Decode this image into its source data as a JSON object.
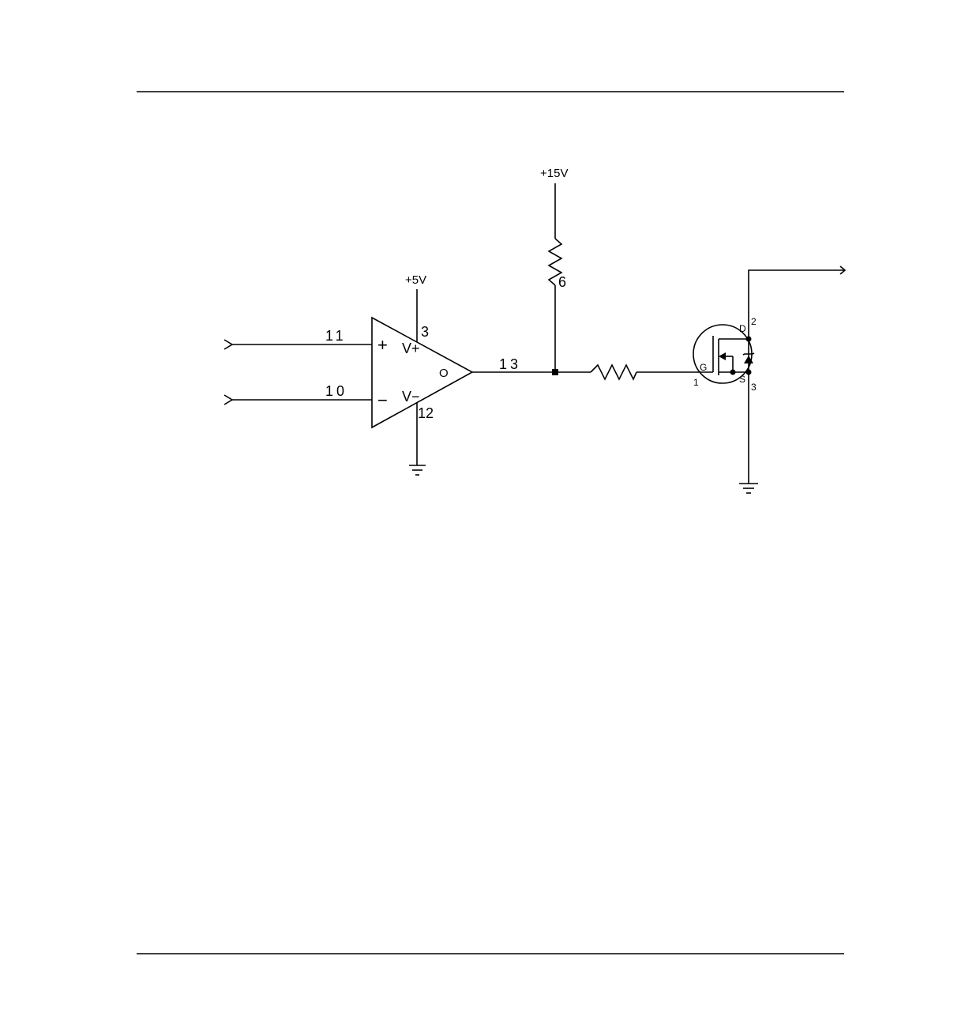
{
  "labels": {
    "pwr_15v": "+15V",
    "pwr_5v": "+5V",
    "resistor_top": "6",
    "net_in_plus": "11",
    "net_in_minus": "10",
    "net_out": "13",
    "opamp_pin_vplus": "3",
    "opamp_pin_vminus": "12",
    "opamp_plus": "+",
    "opamp_minus": "−",
    "opamp_vplus": "V+",
    "opamp_vminus": "V−",
    "opamp_out": "O",
    "fet_pin_gate": "1",
    "fet_pin_drain": "2",
    "fet_pin_source": "3",
    "fet_g": "G",
    "fet_d": "D",
    "fet_s": "S"
  },
  "colors": {
    "line": "#000000",
    "background": "#ffffff"
  }
}
